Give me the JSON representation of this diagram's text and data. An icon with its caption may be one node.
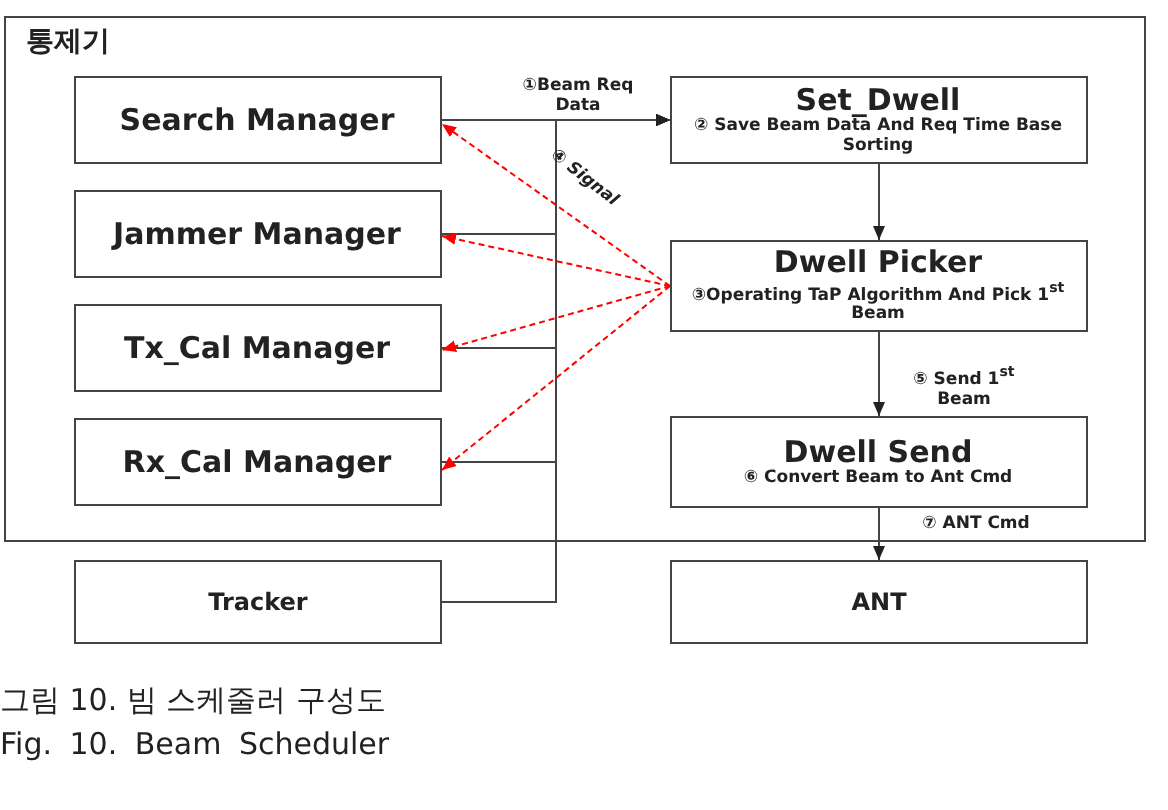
{
  "diagram": {
    "caption": "그림 10. 빔 스케줄러 구성도",
    "nodes": [
      {
        "text": [
          "통제기"
        ]
      },
      {
        "text": [
          "Search Manager"
        ],
        "in": 0
      },
      {
        "text": [
          "Jammer Manager"
        ],
        "in": 0
      },
      {
        "text": [
          "Tx_Cal Manager"
        ],
        "in": 0
      },
      {
        "text": [
          "Rx_Cal Manager"
        ],
        "in": 0
      },
      {
        "text": [
          "Set_Dwell",
          "② Save Beam Data And Req Time Base Sorting"
        ],
        "in": 0
      },
      {
        "text": [
          "Dwell Picker",
          "③Operating TaP Algorithm And Pick 1$^{st}$ Beam"
        ],
        "in": 0
      },
      {
        "text": [
          "Dwell Send",
          "⑥ Convert Beam to Ant Cmd"
        ],
        "in": 0
      },
      {
        "text": [
          "Tracker"
        ]
      },
      {
        "text": [
          "ANT"
        ]
      }
    ],
    "edges": [
      {
        "from": 1,
        "to": 5,
        "arrow": "to",
        "label": "①Beam Req Data"
      },
      {
        "from": 2,
        "to": 5,
        "arrow": "to"
      },
      {
        "from": 3,
        "to": 5,
        "arrow": "to"
      },
      {
        "from": 4,
        "to": 5,
        "arrow": "to"
      },
      {
        "from": 8,
        "to": 5,
        "arrow": "to"
      },
      {
        "from": 6,
        "to": 1,
        "arrow": "to",
        "style": "dashed",
        "color": "#ff0000",
        "label": "④ Signal"
      },
      {
        "from": 6,
        "to": 2,
        "arrow": "to",
        "style": "dashed",
        "color": "#ff0000"
      },
      {
        "from": 6,
        "to": 3,
        "arrow": "to",
        "style": "dashed",
        "color": "#ff0000"
      },
      {
        "from": 6,
        "to": 4,
        "arrow": "to",
        "style": "dashed",
        "color": "#ff0000"
      },
      {
        "from": 5,
        "to": 6,
        "arrow": "to"
      },
      {
        "from": 6,
        "to": 7,
        "arrow": "to",
        "label": "⑤ Send 1$^{st}$ Beam"
      },
      {
        "from": 7,
        "to": 9,
        "arrow": "to",
        "label": "⑦ ANT Cmd"
      }
    ],
    "labels": [
      "Fig. 10. Beam Scheduler"
    ]
  }
}
